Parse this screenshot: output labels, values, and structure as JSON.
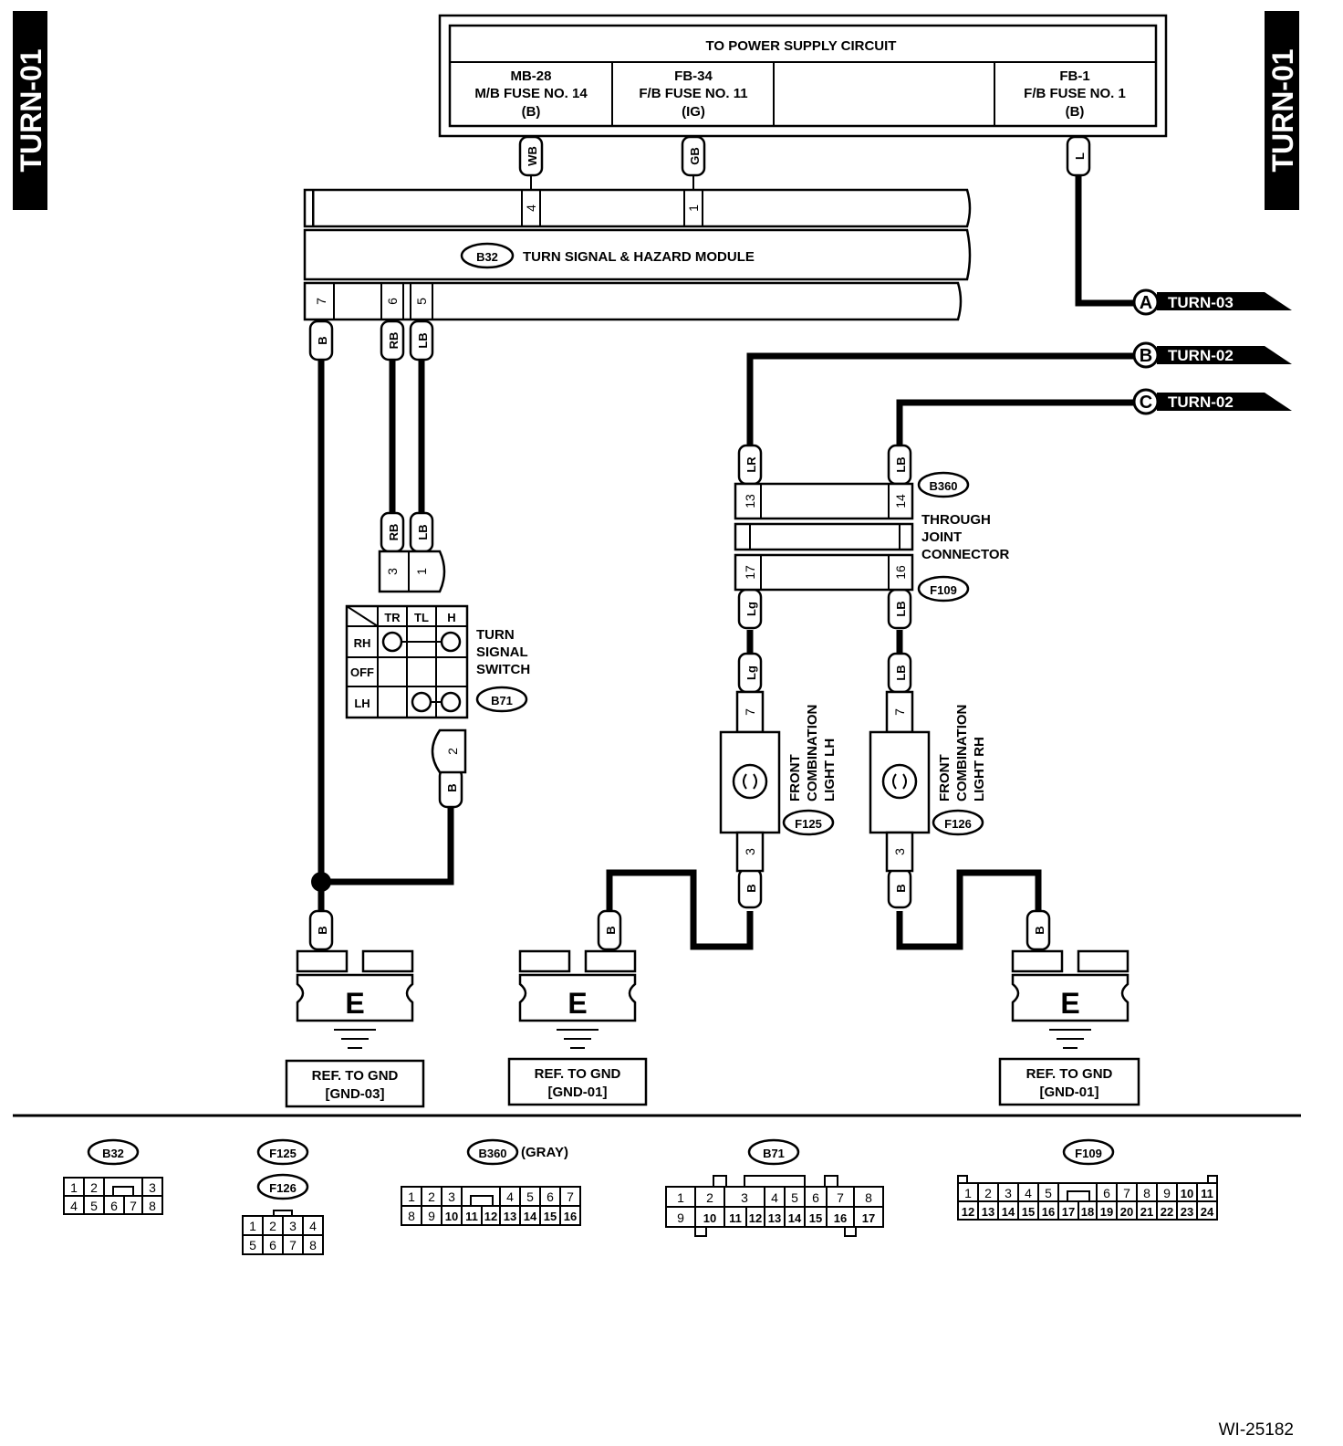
{
  "page": {
    "side_label": "TURN-01",
    "figure_id": "WI-25182"
  },
  "power_supply": {
    "title": "TO POWER SUPPLY CIRCUIT",
    "fuses": [
      {
        "line1": "MB-28",
        "line2": "M/B FUSE NO. 14",
        "line3": "(B)"
      },
      {
        "line1": "FB-34",
        "line2": "F/B FUSE NO. 11",
        "line3": "(IG)"
      },
      {
        "line1": "",
        "line2": "",
        "line3": ""
      },
      {
        "line1": "FB-1",
        "line2": "F/B FUSE NO. 1",
        "line3": "(B)"
      }
    ]
  },
  "module": {
    "connector": "B32",
    "name": "TURN SIGNAL & HAZARD MODULE",
    "top_pins": [
      "4",
      "1"
    ],
    "bottom_pins": [
      "7",
      "6",
      "5"
    ]
  },
  "wires": {
    "wb": "WB",
    "gb": "GB",
    "l": "L",
    "b": "B",
    "rb": "RB",
    "lb": "LB",
    "lr": "LR",
    "lg": "Lg"
  },
  "offpage": [
    {
      "letter": "A",
      "ref": "TURN-03"
    },
    {
      "letter": "B",
      "ref": "TURN-02"
    },
    {
      "letter": "C",
      "ref": "TURN-02"
    }
  ],
  "joint": {
    "conn_top": "B360",
    "conn_bottom": "F109",
    "label_lines": [
      "THROUGH",
      "JOINT",
      "CONNECTOR"
    ],
    "pins": [
      "13",
      "14",
      "17",
      "16"
    ]
  },
  "switch": {
    "connector": "B71",
    "label_lines": [
      "TURN",
      "SIGNAL",
      "SWITCH"
    ],
    "pins_top": [
      "3",
      "1"
    ],
    "pin_bottom": "2",
    "cols": [
      "TR",
      "TL",
      "H"
    ],
    "rows": [
      "RH",
      "OFF",
      "LH"
    ]
  },
  "lights": [
    {
      "connector": "F125",
      "label_lines": [
        "FRONT",
        "COMBINATION",
        "LIGHT LH"
      ],
      "pin_top": "7",
      "pin_bottom": "3"
    },
    {
      "connector": "F126",
      "label_lines": [
        "FRONT",
        "COMBINATION",
        "LIGHT RH"
      ],
      "pin_top": "7",
      "pin_bottom": "3"
    }
  ],
  "grounds": [
    {
      "symbol": "E",
      "ref_line1": "REF. TO GND",
      "ref_line2": "[GND-03]"
    },
    {
      "symbol": "E",
      "ref_line1": "REF. TO GND",
      "ref_line2": "[GND-01]"
    },
    {
      "symbol": "E",
      "ref_line1": "REF. TO GND",
      "ref_line2": "[GND-01]"
    }
  ],
  "connector_views": {
    "b32": {
      "name": "B32",
      "row1": [
        "1",
        "2",
        "",
        "3"
      ],
      "row2": [
        "4",
        "5",
        "6",
        "7",
        "8"
      ]
    },
    "f125": {
      "name": "F125"
    },
    "f126": {
      "name": "F126",
      "row1": [
        "1",
        "2",
        "3",
        "4"
      ],
      "row2": [
        "5",
        "6",
        "7",
        "8"
      ]
    },
    "b360": {
      "name": "B360",
      "note": "(GRAY)",
      "row1": [
        "1",
        "2",
        "3",
        "4",
        "5",
        "6",
        "7"
      ],
      "row2": [
        "8",
        "9",
        "10",
        "11",
        "12",
        "13",
        "14",
        "15",
        "16"
      ]
    },
    "b71": {
      "name": "B71",
      "row1": [
        "1",
        "2",
        "3",
        "4",
        "5",
        "6",
        "7",
        "8"
      ],
      "row2": [
        "9",
        "10",
        "11",
        "12",
        "13",
        "14",
        "15",
        "16",
        "17"
      ]
    },
    "f109": {
      "name": "F109",
      "row1": [
        "1",
        "2",
        "3",
        "4",
        "5",
        "6",
        "7",
        "8",
        "9",
        "10",
        "11"
      ],
      "row2": [
        "12",
        "13",
        "14",
        "15",
        "16",
        "17",
        "18",
        "19",
        "20",
        "21",
        "22",
        "23",
        "24"
      ]
    }
  }
}
